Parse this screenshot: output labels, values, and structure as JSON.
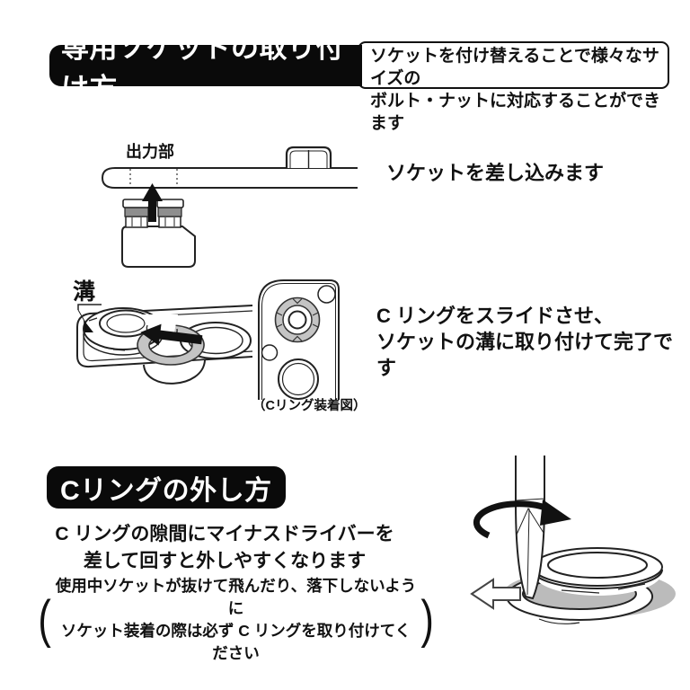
{
  "attach": {
    "title": "専用ソケットの取り付け方",
    "intro_line1": "ソケットを付け替えることで様々なサイズの",
    "intro_line2": "ボルト・ナットに対応することができます",
    "output_label": "出力部",
    "step1_text": "ソケットを差し込みます",
    "groove_label": "溝",
    "step2_text_line1": "C リングをスライドさせ、",
    "step2_text_line2": "ソケットの溝に取り付けて完了です",
    "figure_caption": "（Cリング装着図）"
  },
  "remove": {
    "title": "Cリングの外し方",
    "tip_line1": "C リングの隙間にマイナスドライバーを",
    "tip_line2": "差して回すと外しやすくなります",
    "paren_open": "(",
    "paren_close": ")",
    "note_line1": "使用中ソケットが抜けて飛んだり、落下しないように",
    "note_line2": "ソケット装着の際は必ず C リングを取り付けてください"
  },
  "icons": {
    "insert_arrow": "up-arrow",
    "slide_arrow": "left-arrow",
    "rotate_arrow": "clockwise-rotation-arrow",
    "remove_arrow": "left-outline-arrow"
  },
  "colors": {
    "ink": "#111111",
    "line": "#222222",
    "c_ring_gray": "#c4c4c4",
    "groove_band_gray": "#8e8e8e",
    "shadow_gray": "#bbbbbb",
    "banner_bg": "#0a0a0a",
    "banner_text": "#ffffff"
  }
}
